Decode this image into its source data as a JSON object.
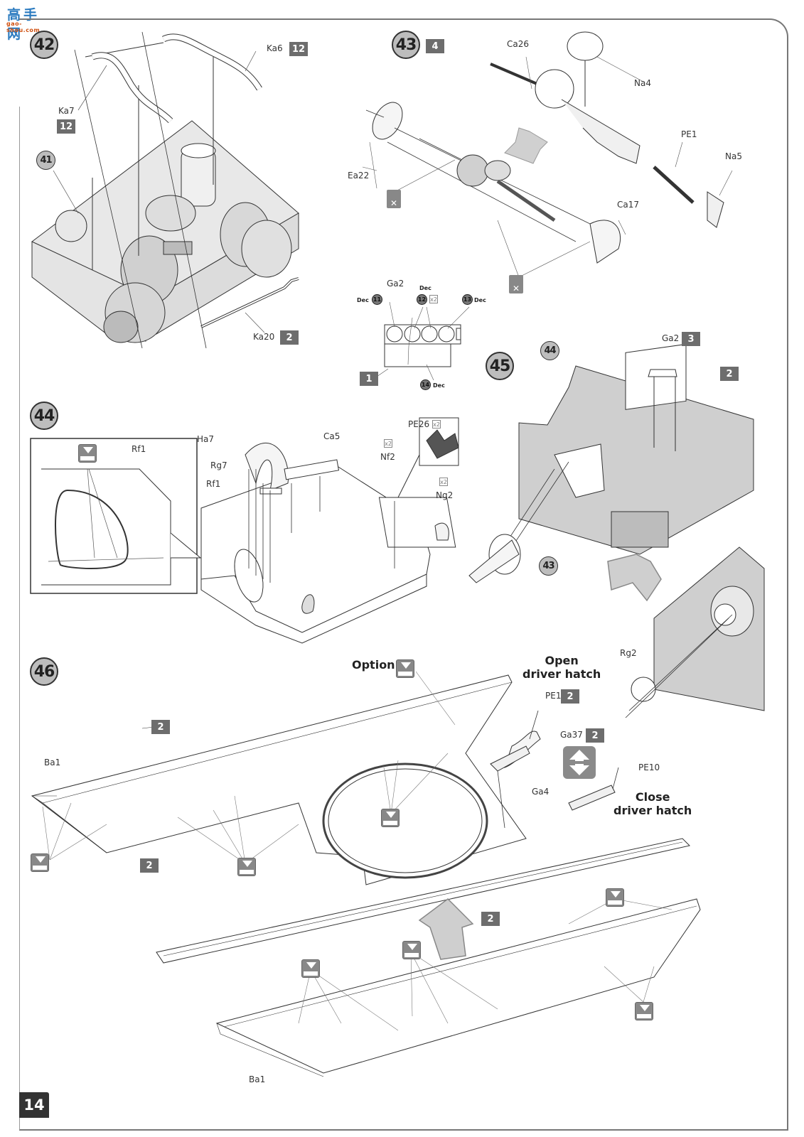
{
  "watermark": {
    "brand": "高手网",
    "url": "gao-shou.com"
  },
  "page_number": "14",
  "steps": {
    "s41": "41",
    "s42": "42",
    "s43": "43",
    "s43b": "43",
    "s44": "44",
    "s44b": "44",
    "s45": "45",
    "s46": "46"
  },
  "step42": {
    "parts": [
      {
        "label": "Ka6",
        "qty": "12"
      },
      {
        "label": "Ka7",
        "qty": "12"
      },
      {
        "label": "Ka20",
        "qty": "2"
      }
    ]
  },
  "step43": {
    "qty": "4",
    "parts": [
      "Ca26",
      "Na4",
      "Ea22",
      "PE1",
      "Na5",
      "Ca17"
    ],
    "decal_panel": {
      "part": "Ga2",
      "qty": "1",
      "dec_label": "Dec",
      "decals": [
        "11",
        "12",
        "13",
        "14"
      ],
      "decal12_multiplier": "x2"
    }
  },
  "step44": {
    "parts": [
      "Rf1",
      "Ha7",
      "Rg7",
      "Rf1",
      "Ca5",
      "Nf2",
      "Ng2",
      "PE26"
    ],
    "multipliers": {
      "nf2": "x2",
      "ng2": "x2",
      "pe26": "x2"
    }
  },
  "step45": {
    "parts": [
      {
        "label": "Ga2",
        "qty": "3"
      },
      {
        "label": "Rg2"
      }
    ],
    "qty": "2"
  },
  "step46": {
    "option_label": "Option",
    "open_hatch": "Open\ndriver hatch",
    "close_hatch": "Close\ndriver hatch",
    "parts": [
      {
        "label": "PE10",
        "qty": "2"
      },
      {
        "label": "Ga37",
        "qty": "2"
      },
      {
        "label": "Ga4"
      },
      {
        "label": "PE10"
      },
      {
        "label": "Ba1"
      },
      {
        "label": "Ba1"
      }
    ],
    "qty_boxes": [
      "2",
      "2",
      "2"
    ]
  },
  "colors": {
    "plate_gray": "#cfcfcf",
    "qty_box": "#6d6d6d",
    "step_circle": "#bdbdbd",
    "text": "#333333"
  }
}
